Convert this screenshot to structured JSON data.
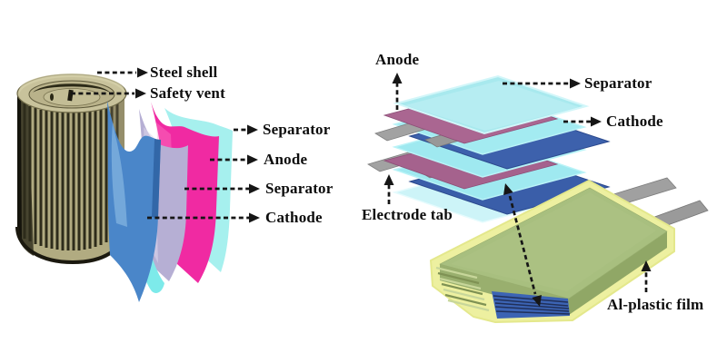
{
  "cylindrical_cell": {
    "labels": {
      "steel_shell": "Steel shell",
      "safety_vent": "Safety vent",
      "separator_outer": "Separator",
      "anode": "Anode",
      "separator_inner": "Separator",
      "cathode": "Cathode"
    }
  },
  "pouch_cell": {
    "labels": {
      "anode": "Anode",
      "separator": "Separator",
      "cathode": "Cathode",
      "electrode_tab": "Electrode tab",
      "al_plastic_film": "Al-plastic film"
    }
  },
  "colors": {
    "background": "#ffffff",
    "text": "#0d0d0d",
    "arrow": "#161616",
    "steel_shell_khaki": "#b1ab81",
    "shell_top_light": "#c8c29b",
    "winding_dark": "#2e2c1b",
    "cathode_blue": "#4a86c9",
    "separator_cyan": "#a6f0ee",
    "separator_lavender": "#b6afd4",
    "anode_magenta": "#f02aa2",
    "stack_separator_cyan": "#9fe9f0",
    "stack_separator_top": "#a8e9ee",
    "stack_separator_bottom": "#cdf4f8",
    "stack_anode_mauve": "#a5628d",
    "stack_cathode_blue": "#3a5ea9",
    "electrode_tab_gray": "#a2a2a2",
    "pouch_green": "#a8bf7f",
    "pouch_side_green": "#99af6e",
    "al_plastic_rim_yellow": "#edf0a0",
    "pouch_stack_blue": "#3c64b4"
  }
}
